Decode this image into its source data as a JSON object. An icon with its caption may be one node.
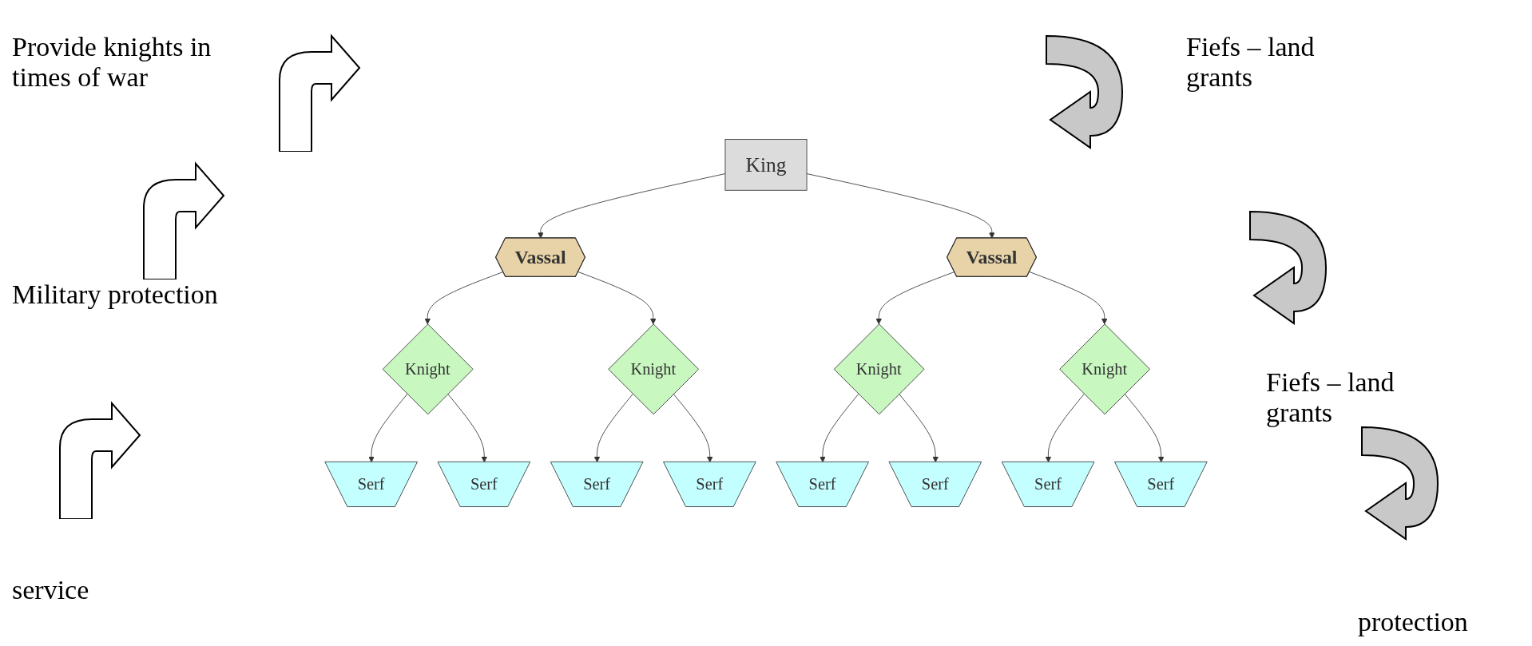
{
  "diagram": {
    "nodes": [
      {
        "text": [
          "King"
        ]
      },
      {
        "text": [
          "Vassal"
        ]
      },
      {
        "text": [
          "Vassal"
        ]
      },
      {
        "text": [
          "Knight"
        ]
      },
      {
        "text": [
          "Knight"
        ]
      },
      {
        "text": [
          "Knight"
        ]
      },
      {
        "text": [
          "Knight"
        ]
      },
      {
        "text": [
          "Serf"
        ]
      },
      {
        "text": [
          "Serf"
        ]
      },
      {
        "text": [
          "Serf"
        ]
      },
      {
        "text": [
          "Serf"
        ]
      },
      {
        "text": [
          "Serf"
        ]
      },
      {
        "text": [
          "Serf"
        ]
      },
      {
        "text": [
          "Serf"
        ]
      },
      {
        "text": [
          "Serf"
        ]
      }
    ],
    "edges": [
      {
        "from": 0,
        "to": 1,
        "arrow": "to"
      },
      {
        "from": 0,
        "to": 2,
        "arrow": "to"
      },
      {
        "from": 1,
        "to": 3,
        "arrow": "to"
      },
      {
        "from": 1,
        "to": 4,
        "arrow": "to"
      },
      {
        "from": 2,
        "to": 5,
        "arrow": "to"
      },
      {
        "from": 2,
        "to": 6,
        "arrow": "to"
      },
      {
        "from": 3,
        "to": 7,
        "arrow": "to"
      },
      {
        "from": 3,
        "to": 8,
        "arrow": "to"
      },
      {
        "from": 4,
        "to": 9,
        "arrow": "to"
      },
      {
        "from": 4,
        "to": 10,
        "arrow": "to"
      },
      {
        "from": 5,
        "to": 11,
        "arrow": "to"
      },
      {
        "from": 5,
        "to": 12,
        "arrow": "to"
      },
      {
        "from": 6,
        "to": 13,
        "arrow": "to"
      },
      {
        "from": 6,
        "to": 14,
        "arrow": "to"
      }
    ],
    "labels": [
      "Provide knights in times of war",
      "Fiefs – land grants",
      "Military protection",
      "Fiefs – land grants",
      "service",
      "protection"
    ]
  }
}
